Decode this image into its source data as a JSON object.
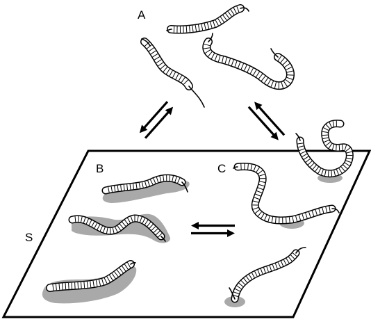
{
  "labels": {
    "a": "A",
    "b": "B",
    "c": "C",
    "s": "S"
  },
  "colors": {
    "shadow": "#a9a9a9",
    "line": "#000000",
    "background": "#ffffff"
  },
  "icons": [
    "double-arrow-icon"
  ]
}
